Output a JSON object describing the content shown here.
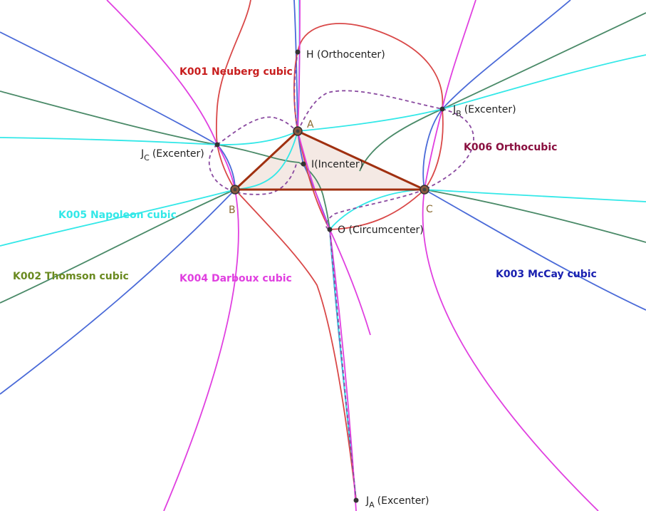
{
  "curves": {
    "neuberg": {
      "label": "K001 Neuberg cubic",
      "color": "#cc0000"
    },
    "thomson": {
      "label": "K002 Thomson cubic",
      "color": "#666600"
    },
    "mccay": {
      "label": "K003 McCay cubic",
      "color": "#000099"
    },
    "darboux": {
      "label": "K004 Darboux cubic",
      "color": "#cc00cc"
    },
    "napoleon": {
      "label": "K005 Napoleon cubic",
      "color": "#00cccc"
    },
    "ortho": {
      "label": "K006 Orthocubic",
      "color": "#800040"
    }
  },
  "vertices": {
    "A": "A",
    "B": "B",
    "C": "C"
  },
  "points": {
    "H": {
      "name": "H",
      "desc": "(Orthocenter)"
    },
    "I": {
      "name": "I",
      "desc": "(Incenter)"
    },
    "O": {
      "name": "O",
      "desc": "(Circumcenter)"
    },
    "JA": {
      "name": "J",
      "sub": "A",
      "desc": "(Excenter)"
    },
    "JB": {
      "name": "J",
      "sub": "B",
      "desc": "(Excenter)"
    },
    "JC": {
      "name": "J",
      "sub": "C",
      "desc": "(Excenter)"
    }
  }
}
